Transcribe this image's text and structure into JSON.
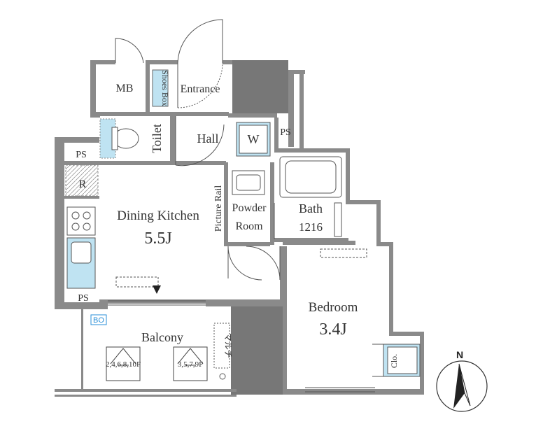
{
  "rooms": {
    "mb": "MB",
    "shoes_box": "Shoes Box",
    "entrance": "Entrance",
    "toilet": "Toilet",
    "hall": "Hall",
    "w": "W",
    "ps": "PS",
    "r": "R",
    "dining_kitchen": "Dining Kitchen",
    "dining_kitchen_size": "5.5J",
    "picture_rail": "Picture Rail",
    "powder_room_line1": "Powder",
    "powder_room_line2": "Room",
    "bath": "Bath",
    "bath_size": "1216",
    "bedroom": "Bedroom",
    "bedroom_size": "3.4J",
    "clo": "Clo.",
    "balcony": "Balcony",
    "multi": "マルチ",
    "bo": "BO",
    "ladder_left": "2,4,6,8,10F",
    "ladder_right": "3,5,7,9F"
  },
  "compass": {
    "north": "N"
  },
  "colors": {
    "wall": "#888888",
    "wall_dark": "#6b6b6b",
    "fixture_blue": "#bfe3f2",
    "bo_blue": "#2a8fd8",
    "text": "#333333"
  }
}
